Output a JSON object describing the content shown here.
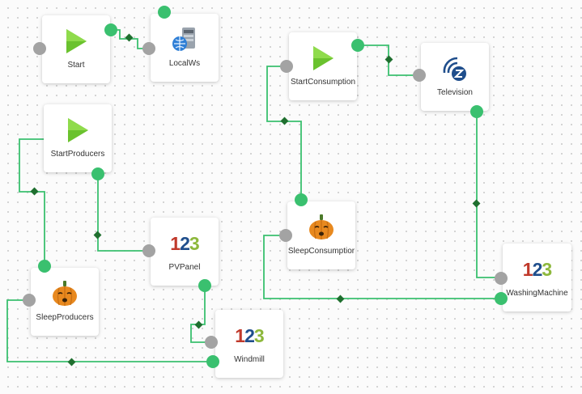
{
  "canvas": {
    "wire_color": "#3ac06f",
    "wire_marker_color": "#1f6f2f",
    "input_port_color": "#a3a3a3",
    "output_port_color": "#3ac06f"
  },
  "nodes": {
    "start": {
      "label": "Start",
      "icon": "play-icon"
    },
    "local_ws": {
      "label": "LocalWs",
      "icon": "server-icon"
    },
    "start_producers": {
      "label": "StartProducers",
      "icon": "play-icon"
    },
    "pv_panel": {
      "label": "PVPanel",
      "icon": "number-123-icon",
      "digits": [
        "1",
        "2",
        "3"
      ]
    },
    "sleep_producers": {
      "label": "SleepProducers",
      "icon": "pumpkin-icon"
    },
    "windmill": {
      "label": "Windmill",
      "icon": "number-123-icon",
      "digits": [
        "1",
        "2",
        "3"
      ]
    },
    "start_consumption": {
      "label": "StartConsumption",
      "icon": "play-icon"
    },
    "television": {
      "label": "Television",
      "icon": "zwave-icon"
    },
    "sleep_consumption": {
      "label": "SleepConsumptior",
      "icon": "pumpkin-icon"
    },
    "washing_machine": {
      "label": "WashingMachine",
      "icon": "number-123-icon",
      "digits": [
        "1",
        "2",
        "3"
      ]
    }
  }
}
